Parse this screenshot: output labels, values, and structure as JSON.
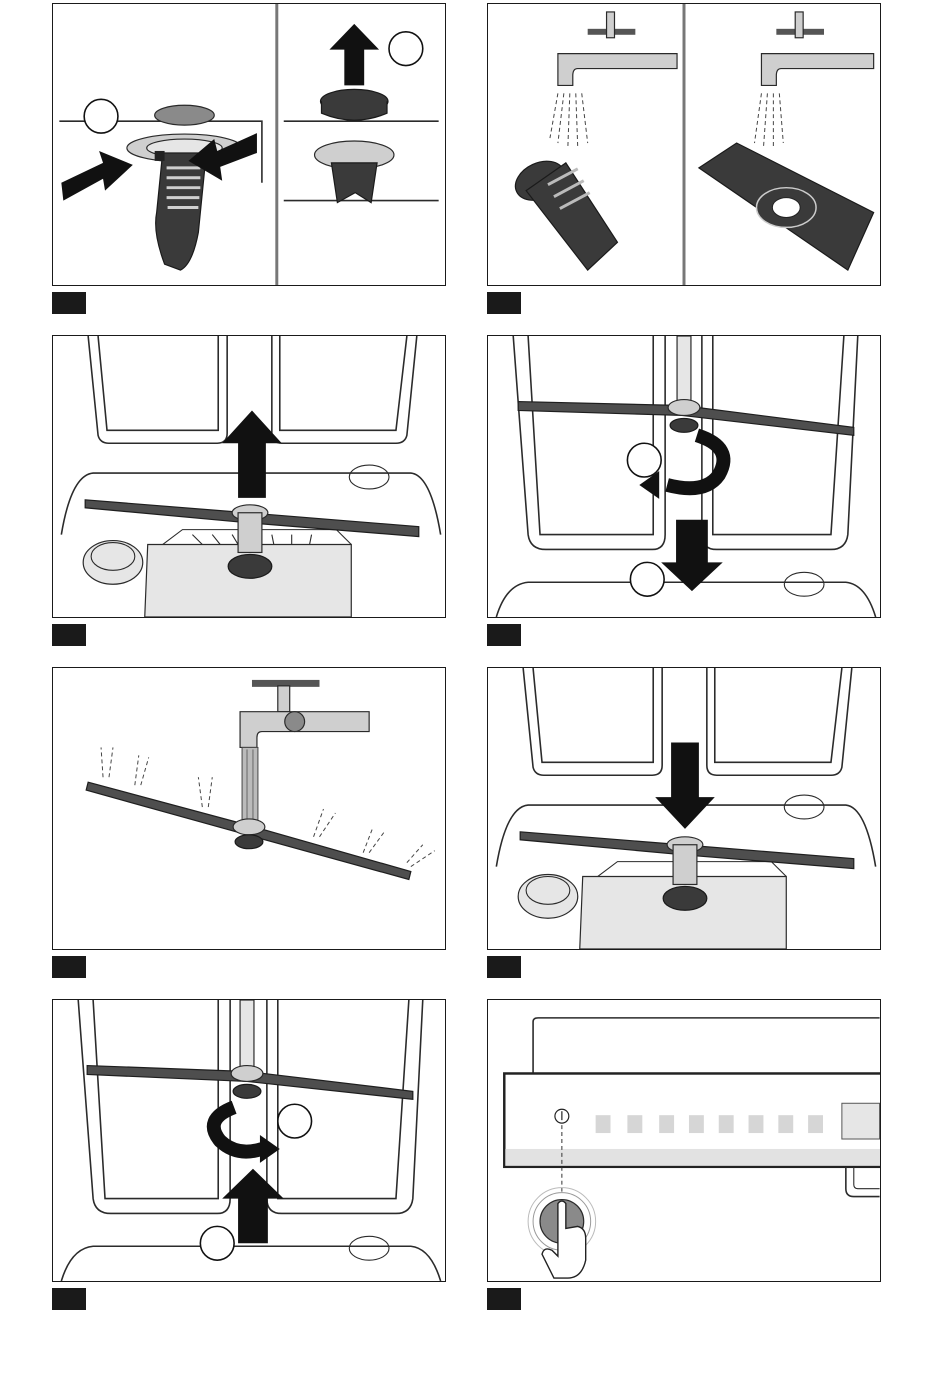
{
  "figures": [
    {
      "id": "step-1",
      "scene": "filter-removal",
      "icons": [
        "squeeze-arrows-icon",
        "lift-up-arrow-icon",
        "callout-circle-icon"
      ]
    },
    {
      "id": "step-2",
      "scene": "rinse-filter-parts",
      "icons": [
        "tap-icon",
        "water-spray-icon"
      ]
    },
    {
      "id": "step-3",
      "scene": "lift-lower-spray-arm",
      "icons": [
        "up-arrow-icon"
      ]
    },
    {
      "id": "step-4",
      "scene": "unscrew-upper-spray-arm",
      "icons": [
        "rotate-arrow-icon",
        "down-arrow-icon",
        "callout-circle-icon"
      ]
    },
    {
      "id": "step-5",
      "scene": "rinse-spray-arm",
      "icons": [
        "tap-icon",
        "water-spray-icon"
      ]
    },
    {
      "id": "step-6",
      "scene": "refit-lower-spray-arm",
      "icons": [
        "down-arrow-icon"
      ]
    },
    {
      "id": "step-7",
      "scene": "refit-upper-spray-arm",
      "icons": [
        "rotate-arrow-icon",
        "up-arrow-icon",
        "callout-circle-icon"
      ]
    },
    {
      "id": "step-8",
      "scene": "press-power-button",
      "icons": [
        "power-button-icon",
        "hand-press-icon"
      ]
    }
  ],
  "colors": {
    "line": "#2b2b2b",
    "arm": "#4e4e4e",
    "badge": "#1a1a1a",
    "basin": "#e6e6e6"
  }
}
